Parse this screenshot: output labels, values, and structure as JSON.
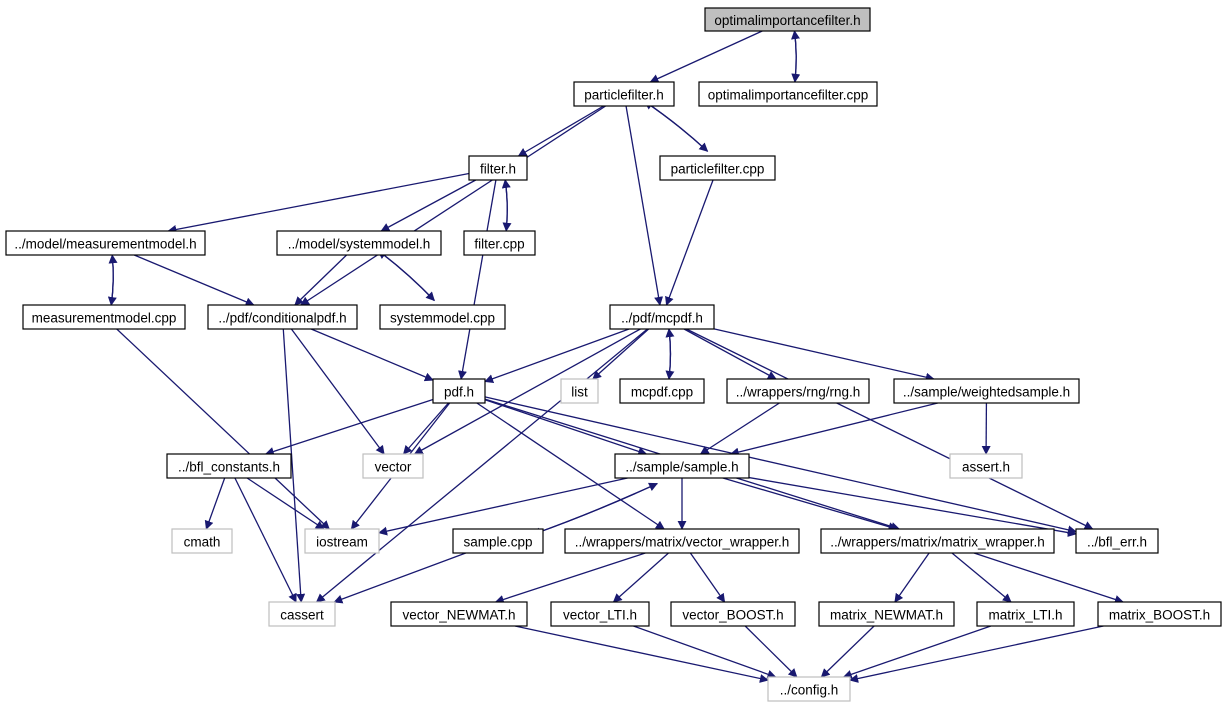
{
  "graph": {
    "root": "optimalimportancefilter.h",
    "nodes": [
      {
        "id": "optimalimportancefilter_h",
        "label": "optimalimportancefilter.h",
        "kind": "root"
      },
      {
        "id": "particlefilter_h",
        "label": "particlefilter.h",
        "kind": "internal"
      },
      {
        "id": "optimalimportancefilter_cpp",
        "label": "optimalimportancefilter.cpp",
        "kind": "internal"
      },
      {
        "id": "filter_h",
        "label": "filter.h",
        "kind": "internal"
      },
      {
        "id": "particlefilter_cpp",
        "label": "particlefilter.cpp",
        "kind": "internal"
      },
      {
        "id": "measurementmodel_h",
        "label": "../model/measurementmodel.h",
        "kind": "internal"
      },
      {
        "id": "systemmodel_h",
        "label": "../model/systemmodel.h",
        "kind": "internal"
      },
      {
        "id": "filter_cpp",
        "label": "filter.cpp",
        "kind": "internal"
      },
      {
        "id": "measurementmodel_cpp",
        "label": "measurementmodel.cpp",
        "kind": "internal"
      },
      {
        "id": "conditionalpdf_h",
        "label": "../pdf/conditionalpdf.h",
        "kind": "internal"
      },
      {
        "id": "systemmodel_cpp",
        "label": "systemmodel.cpp",
        "kind": "internal"
      },
      {
        "id": "mcpdf_h",
        "label": "../pdf/mcpdf.h",
        "kind": "internal"
      },
      {
        "id": "pdf_h",
        "label": "pdf.h",
        "kind": "internal"
      },
      {
        "id": "list",
        "label": "list",
        "kind": "external"
      },
      {
        "id": "mcpdf_cpp",
        "label": "mcpdf.cpp",
        "kind": "internal"
      },
      {
        "id": "rng_h",
        "label": "../wrappers/rng/rng.h",
        "kind": "internal"
      },
      {
        "id": "weightedsample_h",
        "label": "../sample/weightedsample.h",
        "kind": "internal"
      },
      {
        "id": "bfl_constants_h",
        "label": "../bfl_constants.h",
        "kind": "internal"
      },
      {
        "id": "vector",
        "label": "vector",
        "kind": "external"
      },
      {
        "id": "sample_h",
        "label": "../sample/sample.h",
        "kind": "internal"
      },
      {
        "id": "assert_h",
        "label": "assert.h",
        "kind": "external"
      },
      {
        "id": "cmath",
        "label": "cmath",
        "kind": "external"
      },
      {
        "id": "iostream",
        "label": "iostream",
        "kind": "external"
      },
      {
        "id": "sample_cpp",
        "label": "sample.cpp",
        "kind": "internal"
      },
      {
        "id": "vector_wrapper_h",
        "label": "../wrappers/matrix/vector_wrapper.h",
        "kind": "internal"
      },
      {
        "id": "matrix_wrapper_h",
        "label": "../wrappers/matrix/matrix_wrapper.h",
        "kind": "internal"
      },
      {
        "id": "bfl_err_h",
        "label": "../bfl_err.h",
        "kind": "internal"
      },
      {
        "id": "cassert",
        "label": "cassert",
        "kind": "external"
      },
      {
        "id": "vector_NEWMAT_h",
        "label": "vector_NEWMAT.h",
        "kind": "internal"
      },
      {
        "id": "vector_LTI_h",
        "label": "vector_LTI.h",
        "kind": "internal"
      },
      {
        "id": "vector_BOOST_h",
        "label": "vector_BOOST.h",
        "kind": "internal"
      },
      {
        "id": "matrix_NEWMAT_h",
        "label": "matrix_NEWMAT.h",
        "kind": "internal"
      },
      {
        "id": "matrix_LTI_h",
        "label": "matrix_LTI.h",
        "kind": "internal"
      },
      {
        "id": "matrix_BOOST_h",
        "label": "matrix_BOOST.h",
        "kind": "internal"
      },
      {
        "id": "config_h",
        "label": "../config.h",
        "kind": "external"
      }
    ],
    "edges": [
      [
        "optimalimportancefilter_h",
        "particlefilter_h"
      ],
      [
        "optimalimportancefilter_h",
        "optimalimportancefilter_cpp"
      ],
      [
        "optimalimportancefilter_cpp",
        "optimalimportancefilter_h"
      ],
      [
        "particlefilter_h",
        "filter_h"
      ],
      [
        "particlefilter_h",
        "particlefilter_cpp"
      ],
      [
        "particlefilter_cpp",
        "particlefilter_h"
      ],
      [
        "particlefilter_h",
        "conditionalpdf_h"
      ],
      [
        "particlefilter_h",
        "mcpdf_h"
      ],
      [
        "particlefilter_cpp",
        "mcpdf_h"
      ],
      [
        "filter_h",
        "measurementmodel_h"
      ],
      [
        "filter_h",
        "systemmodel_h"
      ],
      [
        "filter_h",
        "filter_cpp"
      ],
      [
        "filter_cpp",
        "filter_h"
      ],
      [
        "filter_h",
        "pdf_h"
      ],
      [
        "measurementmodel_h",
        "measurementmodel_cpp"
      ],
      [
        "measurementmodel_cpp",
        "measurementmodel_h"
      ],
      [
        "measurementmodel_h",
        "conditionalpdf_h"
      ],
      [
        "measurementmodel_cpp",
        "iostream"
      ],
      [
        "systemmodel_h",
        "conditionalpdf_h"
      ],
      [
        "systemmodel_h",
        "systemmodel_cpp"
      ],
      [
        "systemmodel_cpp",
        "systemmodel_h"
      ],
      [
        "conditionalpdf_h",
        "pdf_h"
      ],
      [
        "conditionalpdf_h",
        "vector"
      ],
      [
        "conditionalpdf_h",
        "cassert"
      ],
      [
        "mcpdf_h",
        "pdf_h"
      ],
      [
        "mcpdf_h",
        "list"
      ],
      [
        "mcpdf_h",
        "mcpdf_cpp"
      ],
      [
        "mcpdf_cpp",
        "mcpdf_h"
      ],
      [
        "mcpdf_h",
        "rng_h"
      ],
      [
        "mcpdf_h",
        "weightedsample_h"
      ],
      [
        "mcpdf_h",
        "bfl_err_h"
      ],
      [
        "mcpdf_h",
        "vector"
      ],
      [
        "mcpdf_h",
        "cassert"
      ],
      [
        "pdf_h",
        "bfl_constants_h"
      ],
      [
        "pdf_h",
        "vector"
      ],
      [
        "pdf_h",
        "iostream"
      ],
      [
        "pdf_h",
        "sample_h"
      ],
      [
        "pdf_h",
        "vector_wrapper_h"
      ],
      [
        "pdf_h",
        "matrix_wrapper_h"
      ],
      [
        "pdf_h",
        "bfl_err_h"
      ],
      [
        "rng_h",
        "sample_h"
      ],
      [
        "weightedsample_h",
        "sample_h"
      ],
      [
        "weightedsample_h",
        "assert_h"
      ],
      [
        "bfl_constants_h",
        "cmath"
      ],
      [
        "bfl_constants_h",
        "iostream"
      ],
      [
        "bfl_constants_h",
        "cassert"
      ],
      [
        "sample_h",
        "iostream"
      ],
      [
        "sample_h",
        "sample_cpp"
      ],
      [
        "sample_cpp",
        "sample_h"
      ],
      [
        "sample_h",
        "vector_wrapper_h"
      ],
      [
        "sample_h",
        "matrix_wrapper_h"
      ],
      [
        "sample_h",
        "bfl_err_h"
      ],
      [
        "sample_cpp",
        "cassert"
      ],
      [
        "vector_wrapper_h",
        "vector_NEWMAT_h"
      ],
      [
        "vector_wrapper_h",
        "vector_LTI_h"
      ],
      [
        "vector_wrapper_h",
        "vector_BOOST_h"
      ],
      [
        "matrix_wrapper_h",
        "matrix_NEWMAT_h"
      ],
      [
        "matrix_wrapper_h",
        "matrix_LTI_h"
      ],
      [
        "matrix_wrapper_h",
        "matrix_BOOST_h"
      ],
      [
        "vector_NEWMAT_h",
        "config_h"
      ],
      [
        "vector_LTI_h",
        "config_h"
      ],
      [
        "vector_BOOST_h",
        "config_h"
      ],
      [
        "matrix_NEWMAT_h",
        "config_h"
      ],
      [
        "matrix_LTI_h",
        "config_h"
      ],
      [
        "matrix_BOOST_h",
        "config_h"
      ]
    ]
  },
  "colors": {
    "edge": "#191970",
    "external_border": "#bfbfbf",
    "root_fill": "#bfbfbf",
    "node_border": "#000000"
  }
}
